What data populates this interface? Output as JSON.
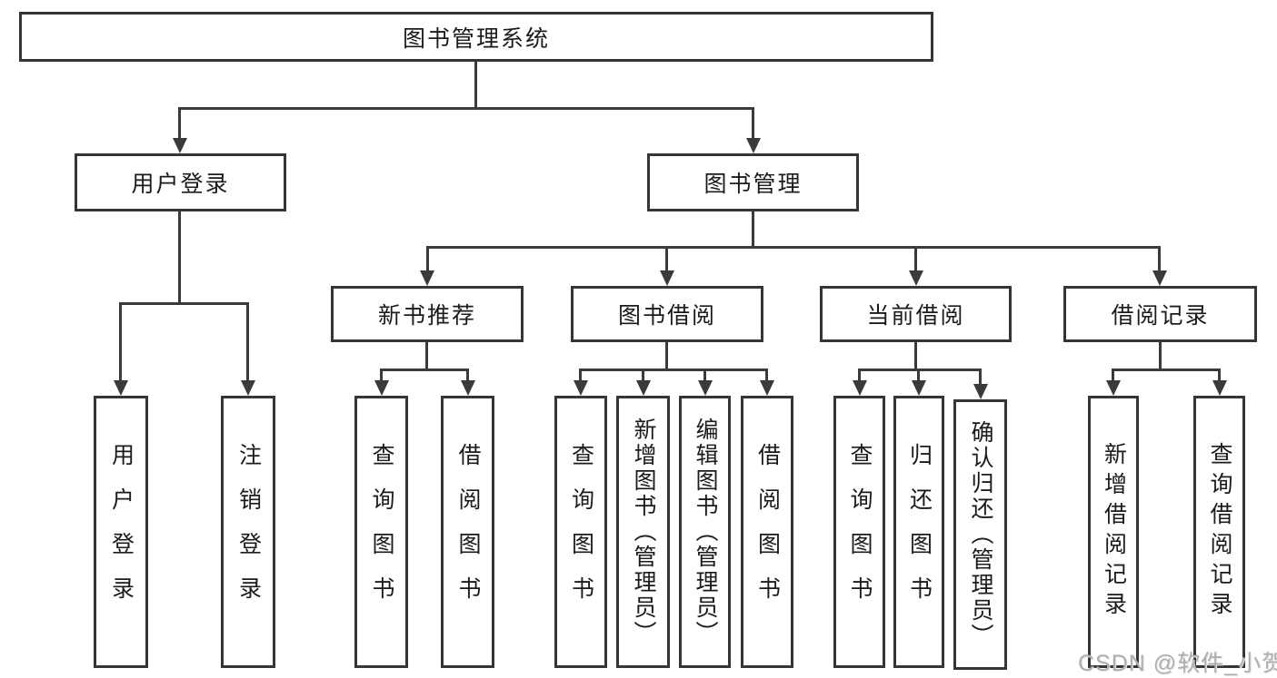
{
  "diagram": {
    "root": {
      "label": "图书管理系统"
    },
    "branches": [
      {
        "label": "用户登录",
        "children": [
          {
            "label": "用户登录"
          },
          {
            "label": "注销登录"
          }
        ]
      },
      {
        "label": "图书管理",
        "children": [
          {
            "label": "新书推荐",
            "children": [
              {
                "label": "查询图书"
              },
              {
                "label": "借阅图书"
              }
            ]
          },
          {
            "label": "图书借阅",
            "children": [
              {
                "label": "查询图书"
              },
              {
                "label": "新增图书（管理员）"
              },
              {
                "label": "编辑图书（管理员）"
              },
              {
                "label": "借阅图书"
              }
            ]
          },
          {
            "label": "当前借阅",
            "children": [
              {
                "label": "查询图书"
              },
              {
                "label": "归还图书"
              },
              {
                "label": "确认归还（管理员）"
              }
            ]
          },
          {
            "label": "借阅记录",
            "children": [
              {
                "label": "新增借阅记录"
              },
              {
                "label": "查询借阅记录"
              }
            ]
          }
        ]
      }
    ]
  },
  "watermark": {
    "text": "CSDN @软件_小贺同学"
  },
  "colors": {
    "background": "#ffffff",
    "line": "#3a3a3a",
    "node_border": "#363636",
    "node_fill": "#ffffff",
    "text": "#1b1b1b",
    "watermark": "#aeaeae"
  }
}
